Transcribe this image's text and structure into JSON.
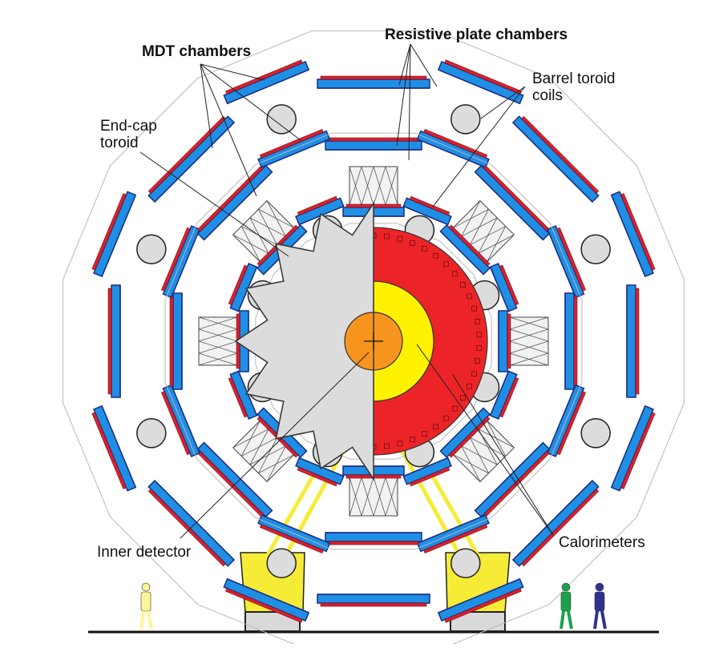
{
  "labels": {
    "mdt": "MDT chambers",
    "rpc": "Resistive plate chambers",
    "barrel1": "Barrel toroid",
    "barrel2": "coils",
    "endcap1": "End-cap",
    "endcap2": "toroid",
    "inner": "Inner detector",
    "calo": "Calorimeters"
  },
  "colors": {
    "mdt_blue": "#1f8fe6",
    "rpc_red": "#d8202e",
    "dark_navy": "#1c2f80",
    "calorimeter_red": "#ed2427",
    "calorimeter_yellow": "#fff200",
    "inner_orange": "#f7941d",
    "endcap_gray": "#dcdcdc",
    "support_yellow": "#f6ec35",
    "person_yellow": "#fff59a",
    "person_green": "#1aa24a",
    "person_blue": "#2e3192"
  }
}
